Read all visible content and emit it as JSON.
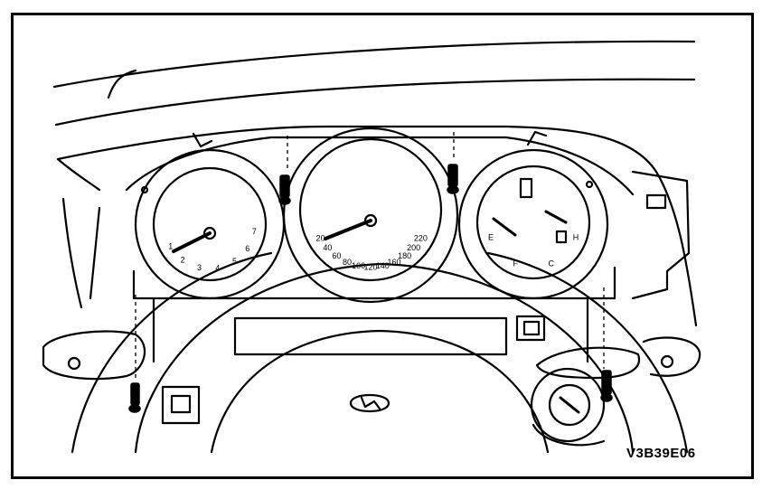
{
  "figure": {
    "code": "V3B39E06",
    "description_tag": "instrument-cluster-removal-diagram"
  },
  "gauges": {
    "tachometer": {
      "ticks": [
        "1",
        "2",
        "3",
        "4",
        "5",
        "6",
        "7"
      ]
    },
    "speedometer": {
      "ticks": [
        "20",
        "40",
        "60",
        "80",
        "100",
        "120",
        "140",
        "160",
        "180",
        "200",
        "220"
      ]
    },
    "fuel_temp": {
      "ticks": [
        "E",
        "F",
        "C",
        "H"
      ]
    }
  },
  "colors": {
    "ink": "#000000",
    "paper": "#ffffff"
  }
}
